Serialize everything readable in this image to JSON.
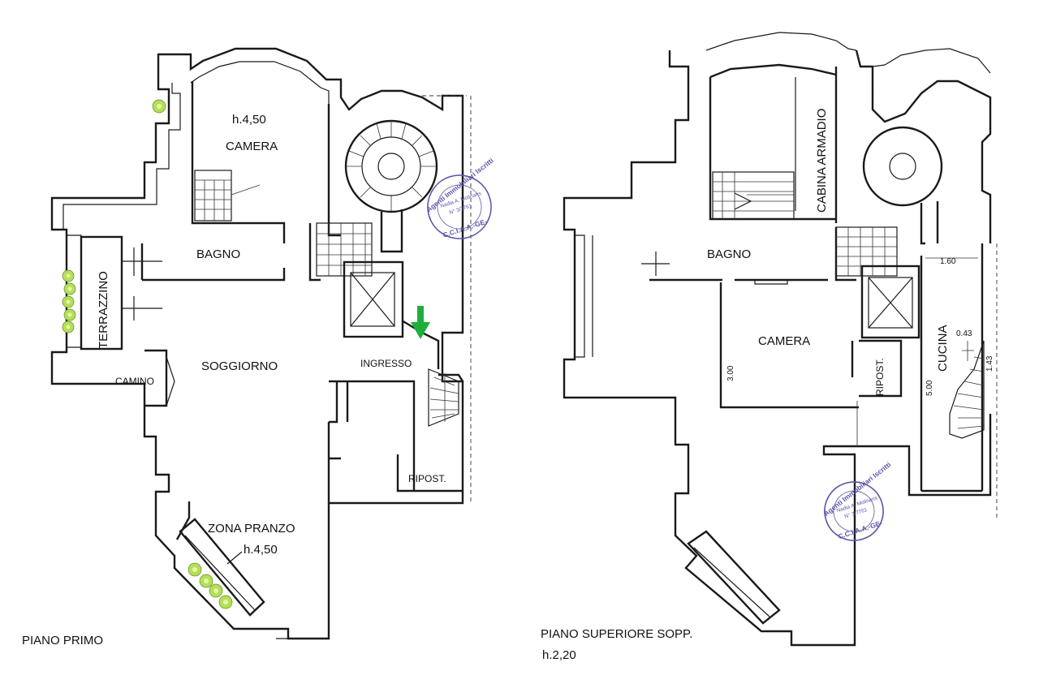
{
  "floor_ground": {
    "title": "PIANO PRIMO",
    "rooms": {
      "camera": "CAMERA",
      "camera_height": "h.4,50",
      "bagno": "BAGNO",
      "terrazzino": "TERRAZZINO",
      "soggiorno": "SOGGIORNO",
      "camino": "CAMINO",
      "ingresso": "INGRESSO",
      "ripostiglio": "RIPOST.",
      "zona_pranzo": "ZONA PRANZO",
      "zona_pranzo_height": "h.4,50"
    },
    "entry_arrow_color": "#1fae3c"
  },
  "floor_upper": {
    "title": "PIANO SUPERIORE SOPP.",
    "height": "h.2,20",
    "rooms": {
      "cabina_armadio": "CABINA ARMADIO",
      "bagno": "BAGNO",
      "camera": "CAMERA",
      "ripostiglio": "RIPOST.",
      "cucina": "CUCINA"
    },
    "dimensions": {
      "camera_depth": "3.00",
      "cucina_width": "1.60",
      "cucina_depth": "5.00",
      "stair_width": "0.43",
      "stair_depth": "1.43"
    }
  },
  "stamp": {
    "line1": "Agenti Immobiliari Iscritti",
    "line2": "Nadia A. Molinaris",
    "line3": "N° 3/7761",
    "line4": "C.C.I.A.A.-GE-",
    "color": "#5b55a8"
  }
}
